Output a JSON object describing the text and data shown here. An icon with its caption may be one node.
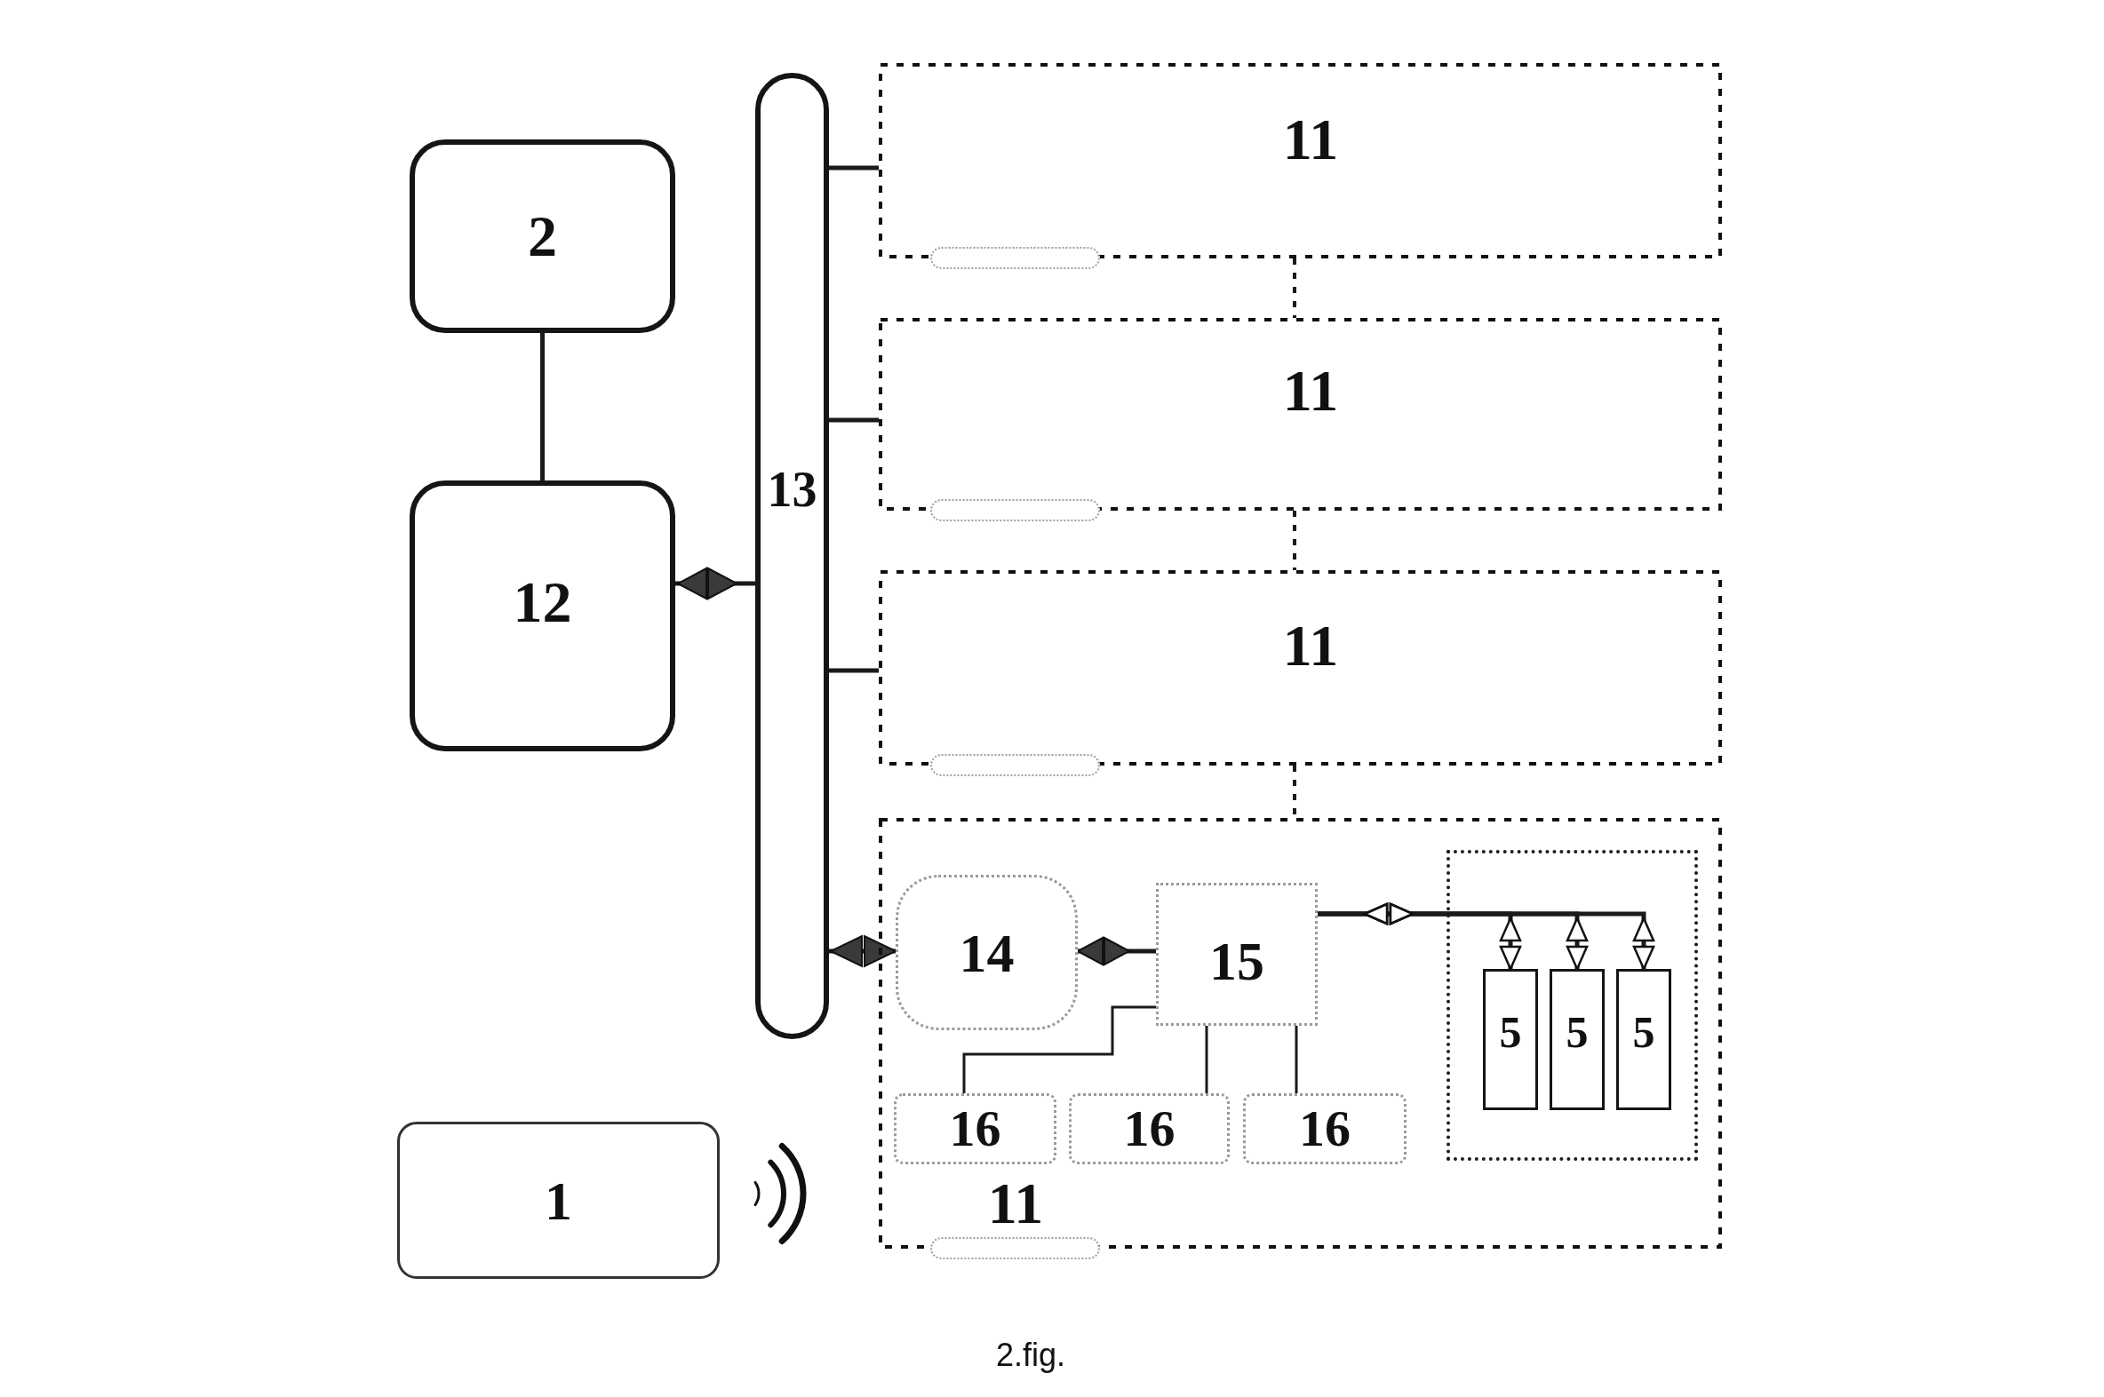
{
  "diagram": {
    "caption": "2.fig.",
    "nodes": [
      {
        "text": [
          "2"
        ]
      },
      {
        "text": [
          "12"
        ]
      },
      {
        "text": [
          "13"
        ]
      },
      {
        "text": [
          "11"
        ]
      },
      {
        "text": [
          "11"
        ]
      },
      {
        "text": [
          "11"
        ]
      },
      {
        "text": [
          "11"
        ]
      },
      {
        "text": [
          "14"
        ],
        "in": 6
      },
      {
        "text": [
          "15"
        ],
        "in": 6
      },
      {
        "text": [
          "16"
        ],
        "in": 6
      },
      {
        "text": [
          "16"
        ],
        "in": 6
      },
      {
        "text": [
          "16"
        ],
        "in": 6
      },
      {
        "text": [],
        "shape": "box",
        "in": 6
      },
      {
        "text": [
          "5"
        ],
        "in": 12
      },
      {
        "text": [
          "5"
        ],
        "in": 12
      },
      {
        "text": [
          "5"
        ],
        "in": 12
      },
      {
        "text": [
          "1"
        ]
      },
      {
        "text": [],
        "shape": "pill"
      },
      {
        "text": [],
        "shape": "pill"
      },
      {
        "text": [],
        "shape": "pill"
      },
      {
        "text": [],
        "shape": "pill"
      }
    ],
    "edges": [
      {
        "from": 0,
        "to": 1,
        "arrow": "none"
      },
      {
        "from": 1,
        "to": 2,
        "arrow": "both"
      },
      {
        "from": 2,
        "to": 3,
        "arrow": "none"
      },
      {
        "from": 2,
        "to": 4,
        "arrow": "none"
      },
      {
        "from": 2,
        "to": 5,
        "arrow": "none"
      },
      {
        "from": 3,
        "to": 4,
        "arrow": "none",
        "style": "dashed"
      },
      {
        "from": 4,
        "to": 5,
        "arrow": "none",
        "style": "dashed"
      },
      {
        "from": 5,
        "to": 6,
        "arrow": "none",
        "style": "dashed"
      },
      {
        "from": 2,
        "to": 7,
        "arrow": "both"
      },
      {
        "from": 7,
        "to": 8,
        "arrow": "both"
      },
      {
        "from": 8,
        "to": 13,
        "arrow": "both"
      },
      {
        "from": 8,
        "to": 14,
        "arrow": "both"
      },
      {
        "from": 8,
        "to": 15,
        "arrow": "both"
      },
      {
        "from": 8,
        "to": 9,
        "arrow": "none"
      },
      {
        "from": 8,
        "to": 10,
        "arrow": "none"
      },
      {
        "from": 8,
        "to": 11,
        "arrow": "none"
      }
    ]
  }
}
